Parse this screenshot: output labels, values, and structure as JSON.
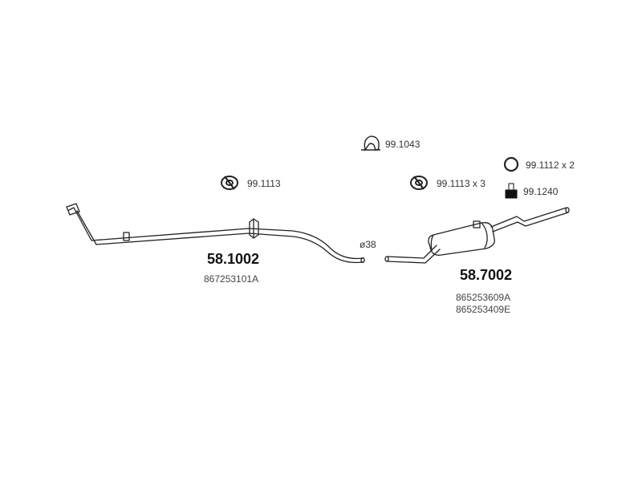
{
  "parts": {
    "front_pipe": {
      "number": "58.1002",
      "oem": [
        "867253101A"
      ],
      "diameter": "ø38"
    },
    "rear_silencer": {
      "number": "58.7002",
      "oem": [
        "865253609A",
        "865253409E"
      ]
    }
  },
  "accessories": {
    "clamp": {
      "code": "99.1043"
    },
    "hanger_front": {
      "code": "99.1113"
    },
    "hanger_rear": {
      "code": "99.1113 x 3"
    },
    "gasket_ring": {
      "code": "99.1112 x 2"
    },
    "rubber_mount": {
      "code": "99.1240"
    }
  },
  "icons": [
    "clamp-icon",
    "hanger-icon",
    "gasket-ring-icon",
    "rubber-mount-icon"
  ]
}
